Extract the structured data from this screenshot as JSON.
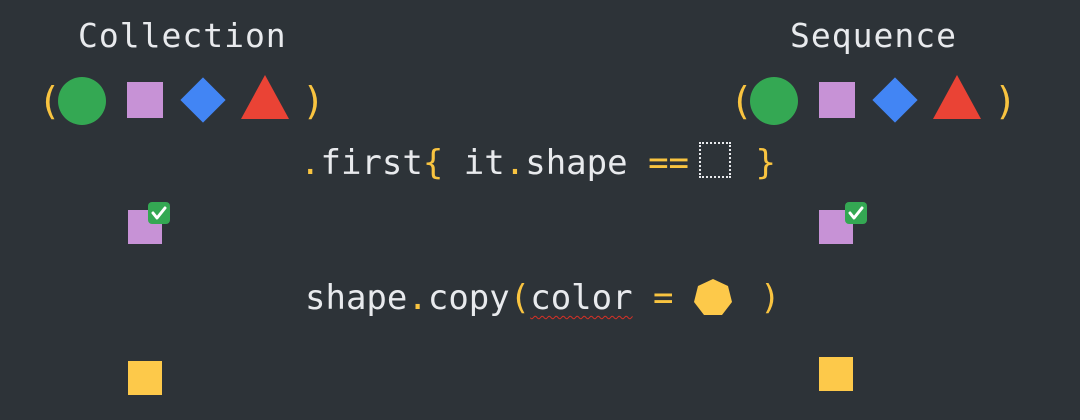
{
  "collection": {
    "title": "Collection",
    "open_paren": "(",
    "close_paren": ")"
  },
  "sequence": {
    "title": "Sequence",
    "open_paren": "(",
    "close_paren": ")"
  },
  "code": {
    "first_line": {
      "dot": ".",
      "func": "first",
      "brace_open": "{",
      "body": " it",
      "dot2": ".",
      "prop": "shape",
      "op": " == ",
      "brace_close": "}"
    },
    "copy_line": {
      "obj": "shape",
      "dot": ".",
      "func": "copy",
      "paren_open": "(",
      "param": "color",
      "eq": " = ",
      "paren_close": ")"
    }
  },
  "colors": {
    "background": "#2d3338",
    "green": "#34a853",
    "lavender": "#c792d6",
    "blue": "#4285f4",
    "red": "#ea4335",
    "yellow": "#fdc94a",
    "code_accent": "#f9c440",
    "text": "#e8eaed"
  },
  "icons": {
    "check": "check-mark-icon",
    "placeholder": "dotted-square-placeholder-icon",
    "color_blob": "yellow-heptagon-icon"
  }
}
